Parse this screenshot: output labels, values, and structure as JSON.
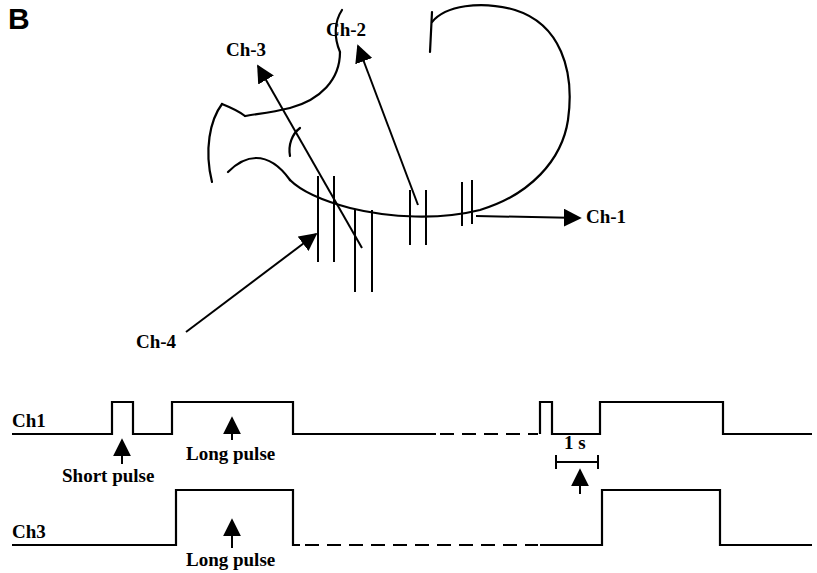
{
  "diagram": {
    "labels": [
      "B",
      "Ch-3",
      "Ch-2",
      "Ch-1",
      "Ch-4",
      "Ch1",
      "Short pulse",
      "Long pulse",
      "1 s",
      "Ch3",
      "Long pulse"
    ]
  }
}
